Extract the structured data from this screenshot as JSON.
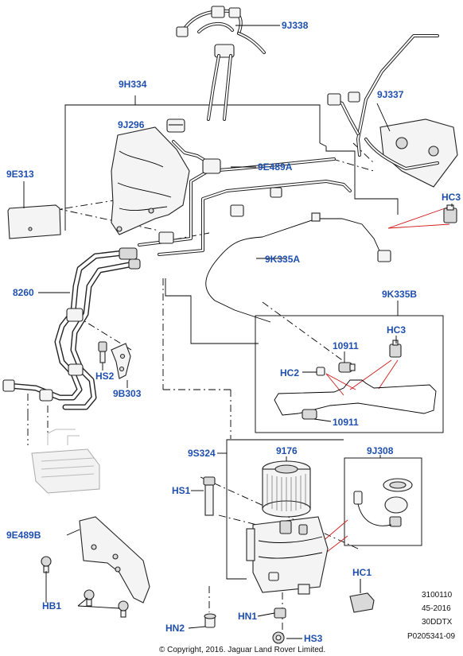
{
  "diagram": {
    "labels": {
      "l_9J338": "9J338",
      "l_9H334": "9H334",
      "l_9J296": "9J296",
      "l_9J337": "9J337",
      "l_9E489A": "9E489A",
      "l_9E313": "9E313",
      "l_HC3_top": "HC3",
      "l_9K335A": "9K335A",
      "l_8260": "8260",
      "l_9K335B": "9K335B",
      "l_HC3_box": "HC3",
      "l_10911_top": "10911",
      "l_HC2": "HC2",
      "l_10911_bot": "10911",
      "l_HS2": "HS2",
      "l_9B303": "9B303",
      "l_9S324": "9S324",
      "l_9176": "9176",
      "l_9J308": "9J308",
      "l_HS1": "HS1",
      "l_9E489B": "9E489B",
      "l_HC1": "HC1",
      "l_HB1": "HB1",
      "l_HN1": "HN1",
      "l_HN2": "HN2",
      "l_HS3": "HS3"
    },
    "reference": {
      "line1": "3100110",
      "line2": "45-2016",
      "line3": "30DDTX",
      "line4": "P0205341-09"
    },
    "copyright": "© Copyright, 2016. Jaguar Land Rover Limited."
  }
}
